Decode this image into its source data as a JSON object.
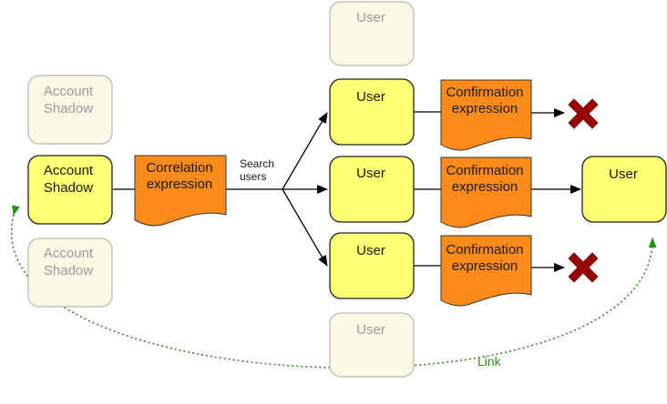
{
  "nodes": {
    "shadow_top": {
      "lines": [
        "Account",
        "Shadow"
      ]
    },
    "shadow_mid": {
      "lines": [
        "Account",
        "Shadow"
      ]
    },
    "shadow_bot": {
      "lines": [
        "Account",
        "Shadow"
      ]
    },
    "correlation": {
      "lines": [
        "Correlation",
        "expression"
      ]
    },
    "user_top_faded": {
      "label": "User"
    },
    "user_1": {
      "label": "User"
    },
    "user_2": {
      "label": "User"
    },
    "user_3": {
      "label": "User"
    },
    "user_bot_faded": {
      "label": "User"
    },
    "confirm_1": {
      "lines": [
        "Confirmation",
        "expression"
      ]
    },
    "confirm_2": {
      "lines": [
        "Confirmation",
        "expression"
      ]
    },
    "confirm_3": {
      "lines": [
        "Confirmation",
        "expression"
      ]
    },
    "user_result": {
      "label": "User"
    }
  },
  "edge_labels": {
    "search": [
      "Search",
      "users"
    ],
    "link": "Link"
  },
  "colors": {
    "active_fill": "#ffff73",
    "active_stroke": "#222222",
    "faded_fill": "#fbf9e6",
    "faded_stroke": "#b8b8b0",
    "doc_fill": "#ff8c1a",
    "doc_stroke": "#333333",
    "reject": "#990000",
    "link": "#2e8b1f"
  },
  "icons": {
    "reject": "cross-icon"
  }
}
